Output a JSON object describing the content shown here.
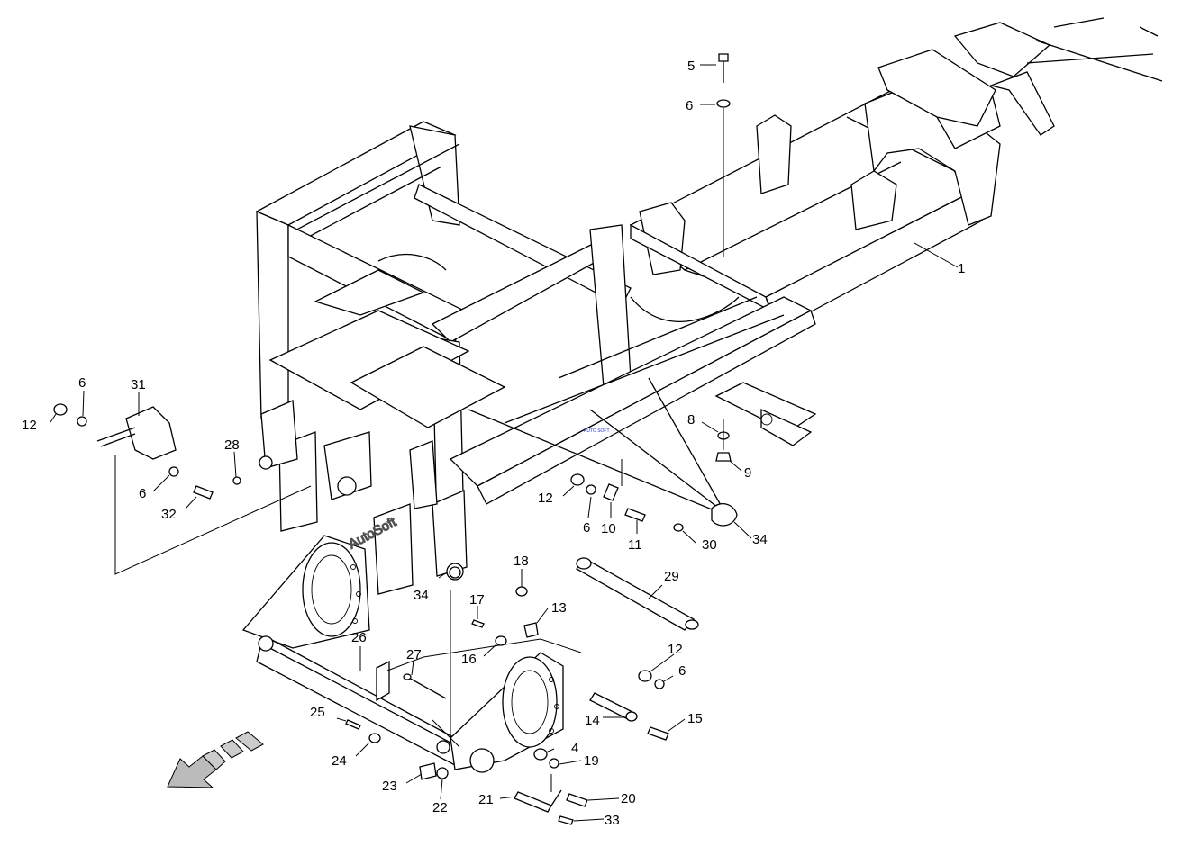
{
  "diagram": {
    "watermark": "AutoSoft",
    "stamp": "AUTO SOFT",
    "callouts": [
      {
        "id": "c1",
        "label": "1"
      },
      {
        "id": "c4",
        "label": "4"
      },
      {
        "id": "c5",
        "label": "5"
      },
      {
        "id": "c6a",
        "label": "6"
      },
      {
        "id": "c6b",
        "label": "6"
      },
      {
        "id": "c6c",
        "label": "6"
      },
      {
        "id": "c6d",
        "label": "6"
      },
      {
        "id": "c6e",
        "label": "6"
      },
      {
        "id": "c8",
        "label": "8"
      },
      {
        "id": "c9",
        "label": "9"
      },
      {
        "id": "c10",
        "label": "10"
      },
      {
        "id": "c11",
        "label": "11"
      },
      {
        "id": "c12a",
        "label": "12"
      },
      {
        "id": "c12b",
        "label": "12"
      },
      {
        "id": "c12c",
        "label": "12"
      },
      {
        "id": "c13",
        "label": "13"
      },
      {
        "id": "c14",
        "label": "14"
      },
      {
        "id": "c15",
        "label": "15"
      },
      {
        "id": "c16",
        "label": "16"
      },
      {
        "id": "c17",
        "label": "17"
      },
      {
        "id": "c18",
        "label": "18"
      },
      {
        "id": "c19",
        "label": "19"
      },
      {
        "id": "c20",
        "label": "20"
      },
      {
        "id": "c21",
        "label": "21"
      },
      {
        "id": "c22",
        "label": "22"
      },
      {
        "id": "c23",
        "label": "23"
      },
      {
        "id": "c24",
        "label": "24"
      },
      {
        "id": "c25",
        "label": "25"
      },
      {
        "id": "c26",
        "label": "26"
      },
      {
        "id": "c27",
        "label": "27"
      },
      {
        "id": "c28",
        "label": "28"
      },
      {
        "id": "c29",
        "label": "29"
      },
      {
        "id": "c30",
        "label": "30"
      },
      {
        "id": "c31",
        "label": "31"
      },
      {
        "id": "c32",
        "label": "32"
      },
      {
        "id": "c33",
        "label": "33"
      },
      {
        "id": "c34a",
        "label": "34"
      },
      {
        "id": "c34b",
        "label": "34"
      }
    ]
  }
}
